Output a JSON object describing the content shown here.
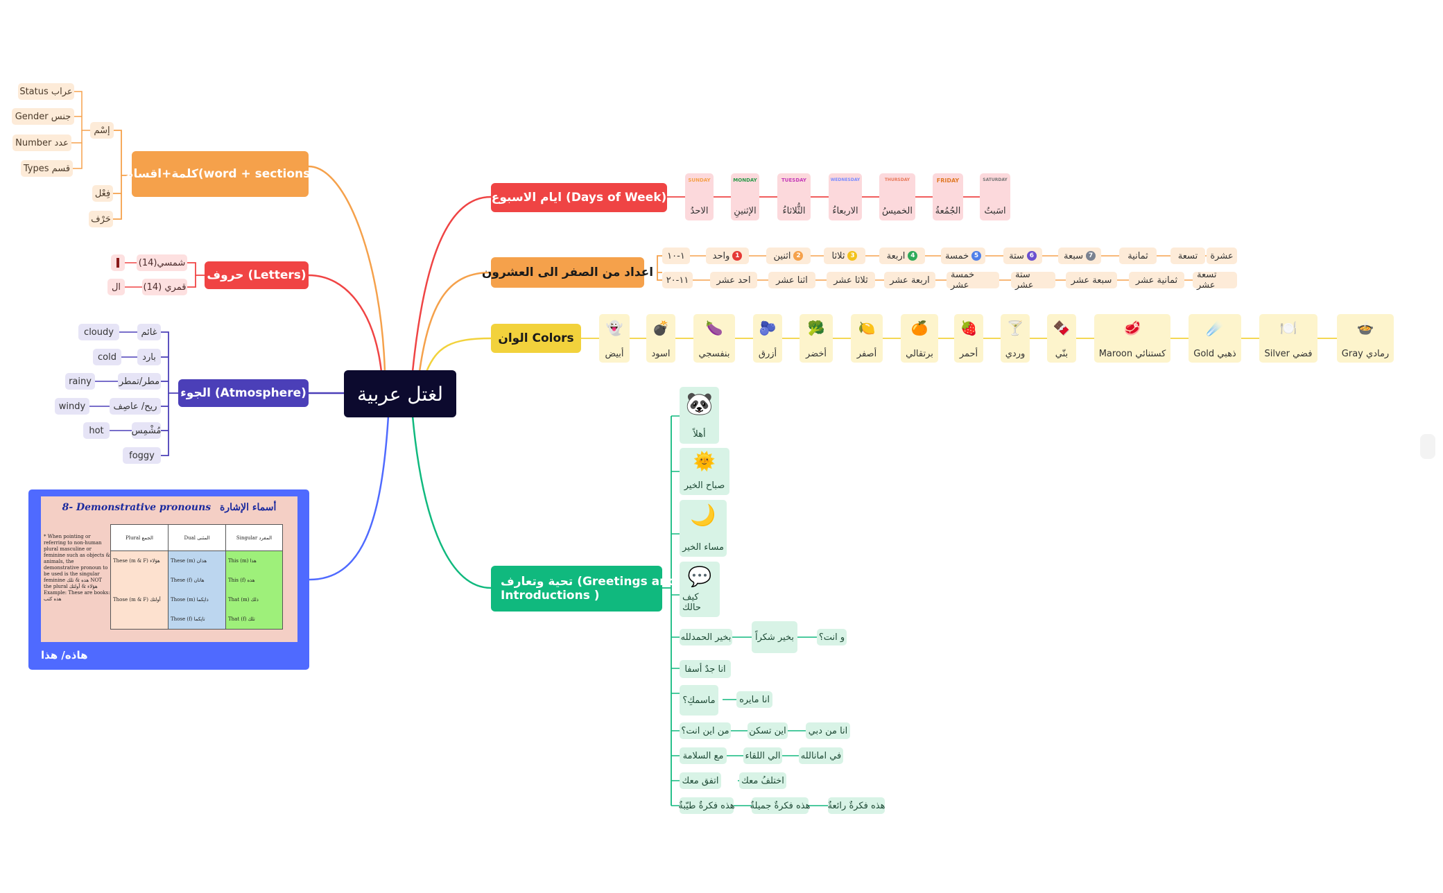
{
  "center": "لغتل عربية",
  "branches": {
    "word": {
      "label": "كلمة+اقسام(word + sections)",
      "color": "#f5a14b"
    },
    "letters": {
      "label": "حروف (Letters)",
      "color": "#f04444"
    },
    "atmosphere": {
      "label": "الجوء (Atmosphere)",
      "color": "#4b3fb8"
    },
    "days": {
      "label": "ايام الاسبوع (Days of Week)",
      "color": "#ef4444"
    },
    "numbers": {
      "label": "اعداد من الصفر الى العشرون",
      "color": "#f5a14b"
    },
    "colors": {
      "label": "الوان  Colors",
      "color": "#f2d23c"
    },
    "greetings": {
      "label1": "تحية وتعارف (Greetings and",
      "label2": "Introductions )",
      "color": "#10b97e"
    }
  },
  "word": {
    "ism": "إسْم",
    "fiil": "فِعْل",
    "harf": "حَرْف",
    "ism_items": [
      "Status عراب",
      "Gender جنس",
      "Number عدد",
      "Types قسم"
    ]
  },
  "letters": {
    "shamsi": "شمسي(14)",
    "qamari": "قمري (14)",
    "al": "ال"
  },
  "atmosphere": {
    "arabic": [
      "غائم",
      "بارد",
      "مطر/تمطر",
      "ريح/ عاصِف",
      "مُشْمِس",
      "foggy"
    ],
    "english": [
      "cloudy",
      "cold",
      "rainy",
      "windy",
      "hot"
    ]
  },
  "demo": {
    "caption": "هاذه/ هذا",
    "title_en": "8- Demonstrative pronouns",
    "title_ar": "أسماء الإشارة",
    "note": "* When pointing or referring to non-human plural masculine or feminine such as objects & animals, the demonstrative pronoun to be used is the singular feminine هذه & تلك NOT the plural هؤلاء & أولئك Example: These are books: هذه كتب",
    "h_plural": "Plural الجمع",
    "h_dual": "Dual المثنى",
    "h_singular": "Singular المفرد",
    "rows": [
      [
        "These (m & F) هؤلاء",
        "These (m) هذان",
        "This (m) هذا"
      ],
      [
        "",
        "These (f) هاتان",
        "This (f) هذه"
      ],
      [
        "Those (m & F) أولئك",
        "Those (m) ذانِكما",
        "That (m) ذلك"
      ],
      [
        "",
        "Those (f) تانِكما",
        "That (f) تلك"
      ]
    ]
  },
  "days": [
    {
      "tag": "SUNDAY",
      "label": "الاحدُ",
      "color": "#f5a14b"
    },
    {
      "tag": "MONDAY",
      "label": "الإثنينِ",
      "color": "#2a9a4a"
    },
    {
      "tag": "TUESDAY",
      "label": "الثُّلاثاءُ",
      "color": "#c43ab8"
    },
    {
      "tag": "WEDNESDAY",
      "label": "الاربعاءُ",
      "color": "#7a8cff"
    },
    {
      "tag": "THURSDAY",
      "label": "الخميسُ",
      "color": "#e87a5a"
    },
    {
      "tag": "FRIDAY",
      "label": "الجُمُعةُ",
      "color": "#e07a28"
    },
    {
      "tag": "SATURDAY",
      "label": "اسَبتُ",
      "color": "#777777"
    }
  ],
  "numbers": {
    "row1_head": "١-١٠",
    "row2_head": "١١-٢٠",
    "row1": [
      {
        "t": "واحد",
        "b": "1",
        "c": "#e53935"
      },
      {
        "t": "اثنين",
        "b": "2",
        "c": "#f5a14b"
      },
      {
        "t": "ثلاثا",
        "b": "3",
        "c": "#f2c21c"
      },
      {
        "t": "اربعة",
        "b": "4",
        "c": "#2eaa5a"
      },
      {
        "t": "خمسة",
        "b": "5",
        "c": "#4f7fe8"
      },
      {
        "t": "ستة",
        "b": "6",
        "c": "#6a4fcf"
      },
      {
        "t": "سبعة",
        "b": "7",
        "c": "#7a8290"
      },
      {
        "t": "ثمانية",
        "b": "",
        "c": ""
      },
      {
        "t": "تسعة",
        "b": "",
        "c": ""
      },
      {
        "t": "عشرة",
        "b": "",
        "c": ""
      }
    ],
    "row2": [
      "احد عشر",
      "اثنا عشر",
      "ثلاثا عشر",
      "اربعة عشر",
      "خمسة عشر",
      "ستة عشر",
      "سبعة عشر",
      "ثمانية عشر",
      "تسعة عشر"
    ]
  },
  "colors": [
    {
      "label": "أبيض",
      "icon": "ghost-icon",
      "glyph": "👻"
    },
    {
      "label": "اسود",
      "icon": "bomb-icon",
      "glyph": "💣"
    },
    {
      "label": "بنفسجي",
      "icon": "eggplant-icon",
      "glyph": "🍆"
    },
    {
      "label": "أزرق",
      "icon": "blueberries-icon",
      "glyph": "🫐"
    },
    {
      "label": "أخضر",
      "icon": "broccoli-icon",
      "glyph": "🥦"
    },
    {
      "label": "أصفر",
      "icon": "lemon-icon",
      "glyph": "🍋"
    },
    {
      "label": "برتقالي",
      "icon": "orange-icon",
      "glyph": "🍊"
    },
    {
      "label": "أحمر",
      "icon": "strawberry-icon",
      "glyph": "🍓"
    },
    {
      "label": "وردي",
      "icon": "cocktail-icon",
      "glyph": "🍸"
    },
    {
      "label": "بنّي",
      "icon": "chocolate-icon",
      "glyph": "🍫"
    },
    {
      "label": "Maroon كستنائي",
      "icon": "meat-icon",
      "glyph": "🥩"
    },
    {
      "label": "Gold ذهبي",
      "icon": "comet-icon",
      "glyph": "☄️"
    },
    {
      "label": "Silver فضي",
      "icon": "plate-icon",
      "glyph": "🍽️"
    },
    {
      "label": "Gray رمادي",
      "icon": "pot-icon",
      "glyph": "🍲"
    }
  ],
  "greetings": {
    "stack": [
      {
        "label": "أهلاً",
        "icon": "panda-icon",
        "glyph": "🐼"
      },
      {
        "label": "صباح الخير",
        "icon": "sun-icon",
        "glyph": "🌞"
      },
      {
        "label": "مساء الخير",
        "icon": "moon-icon",
        "glyph": "🌙"
      },
      {
        "label": "كيف حالك",
        "icon": "hello-sticker-icon",
        "glyph": "💬"
      }
    ],
    "rows": [
      [
        "بخير الحمدلله",
        "بخير شكراً",
        "و انت؟"
      ],
      [
        "انا جدٌ أسفا"
      ],
      [
        "ماسمكِ؟",
        "انا مايره"
      ],
      [
        "من اين انت؟",
        "اين تسكن",
        "انا من دبي"
      ],
      [
        "مع السلامة",
        "الي اللقاء",
        "في امانالله"
      ],
      [
        "اتفق معك",
        "اختلفُ معك"
      ],
      [
        "هذه فكرةٌ طيّبةٌ",
        "هذه فكرةٌ جميلةٌ",
        "هذه فكرةٌ رائعةٌ"
      ]
    ]
  }
}
